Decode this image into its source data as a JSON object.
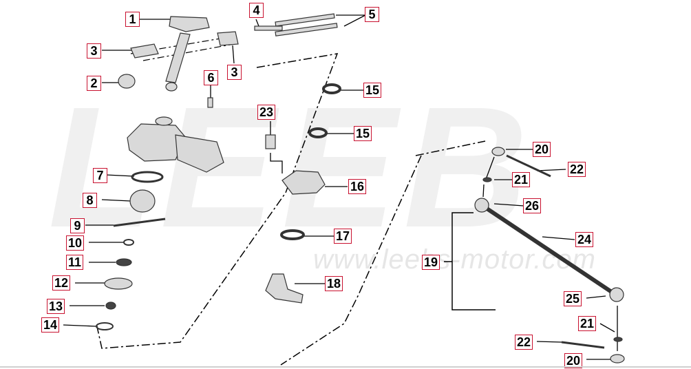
{
  "watermark": {
    "logo_text": "LEEB",
    "url_text": "www.leebs-motor.com"
  },
  "colors": {
    "callout_border": "#c8102e",
    "leader_line": "#000000",
    "part_fill": "#d9d9d9"
  },
  "callouts": [
    {
      "id": "c1",
      "text": "1"
    },
    {
      "id": "c2",
      "text": "2"
    },
    {
      "id": "c3a",
      "text": "3"
    },
    {
      "id": "c3b",
      "text": "3"
    },
    {
      "id": "c4",
      "text": "4"
    },
    {
      "id": "c5",
      "text": "5"
    },
    {
      "id": "c6",
      "text": "6"
    },
    {
      "id": "c7",
      "text": "7"
    },
    {
      "id": "c8",
      "text": "8"
    },
    {
      "id": "c9",
      "text": "9"
    },
    {
      "id": "c10",
      "text": "10"
    },
    {
      "id": "c11",
      "text": "11"
    },
    {
      "id": "c12",
      "text": "12"
    },
    {
      "id": "c13",
      "text": "13"
    },
    {
      "id": "c14",
      "text": "14"
    },
    {
      "id": "c15a",
      "text": "15"
    },
    {
      "id": "c15b",
      "text": "15"
    },
    {
      "id": "c16",
      "text": "16"
    },
    {
      "id": "c17",
      "text": "17"
    },
    {
      "id": "c18",
      "text": "18"
    },
    {
      "id": "c19",
      "text": "19"
    },
    {
      "id": "c20a",
      "text": "20"
    },
    {
      "id": "c20b",
      "text": "20"
    },
    {
      "id": "c21a",
      "text": "21"
    },
    {
      "id": "c21b",
      "text": "21"
    },
    {
      "id": "c22a",
      "text": "22"
    },
    {
      "id": "c22b",
      "text": "22"
    },
    {
      "id": "c23",
      "text": "23"
    },
    {
      "id": "c24",
      "text": "24"
    },
    {
      "id": "c25",
      "text": "25"
    },
    {
      "id": "c26",
      "text": "26"
    }
  ]
}
